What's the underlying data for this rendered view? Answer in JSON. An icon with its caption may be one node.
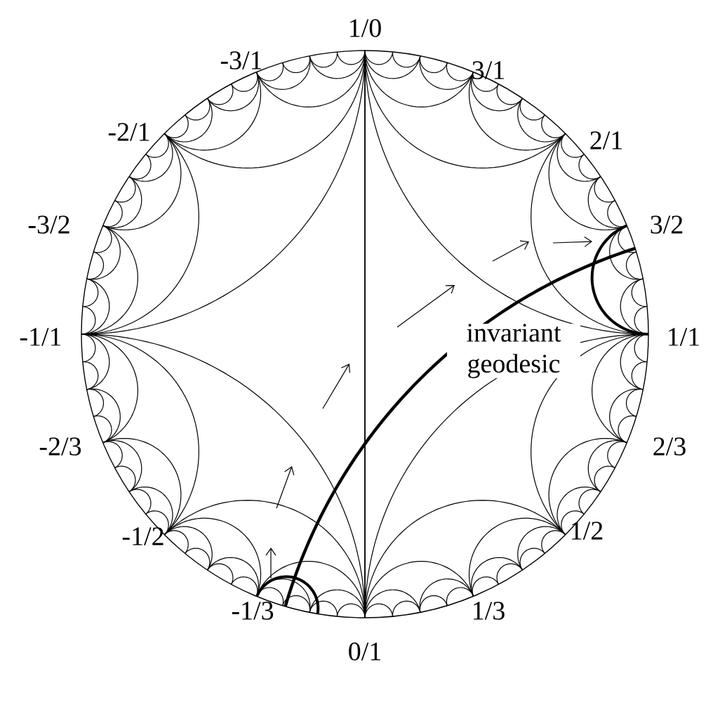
{
  "diagram": {
    "labels": [
      "1/0",
      "-3/1",
      "3/1",
      "-2/1",
      "2/1",
      "-3/2",
      "3/2",
      "-1/1",
      "1/1",
      "invariant geodesic",
      "-2/3",
      "2/3",
      "-1/2",
      "1/2",
      "-1/3",
      "1/3",
      "0/1"
    ]
  }
}
